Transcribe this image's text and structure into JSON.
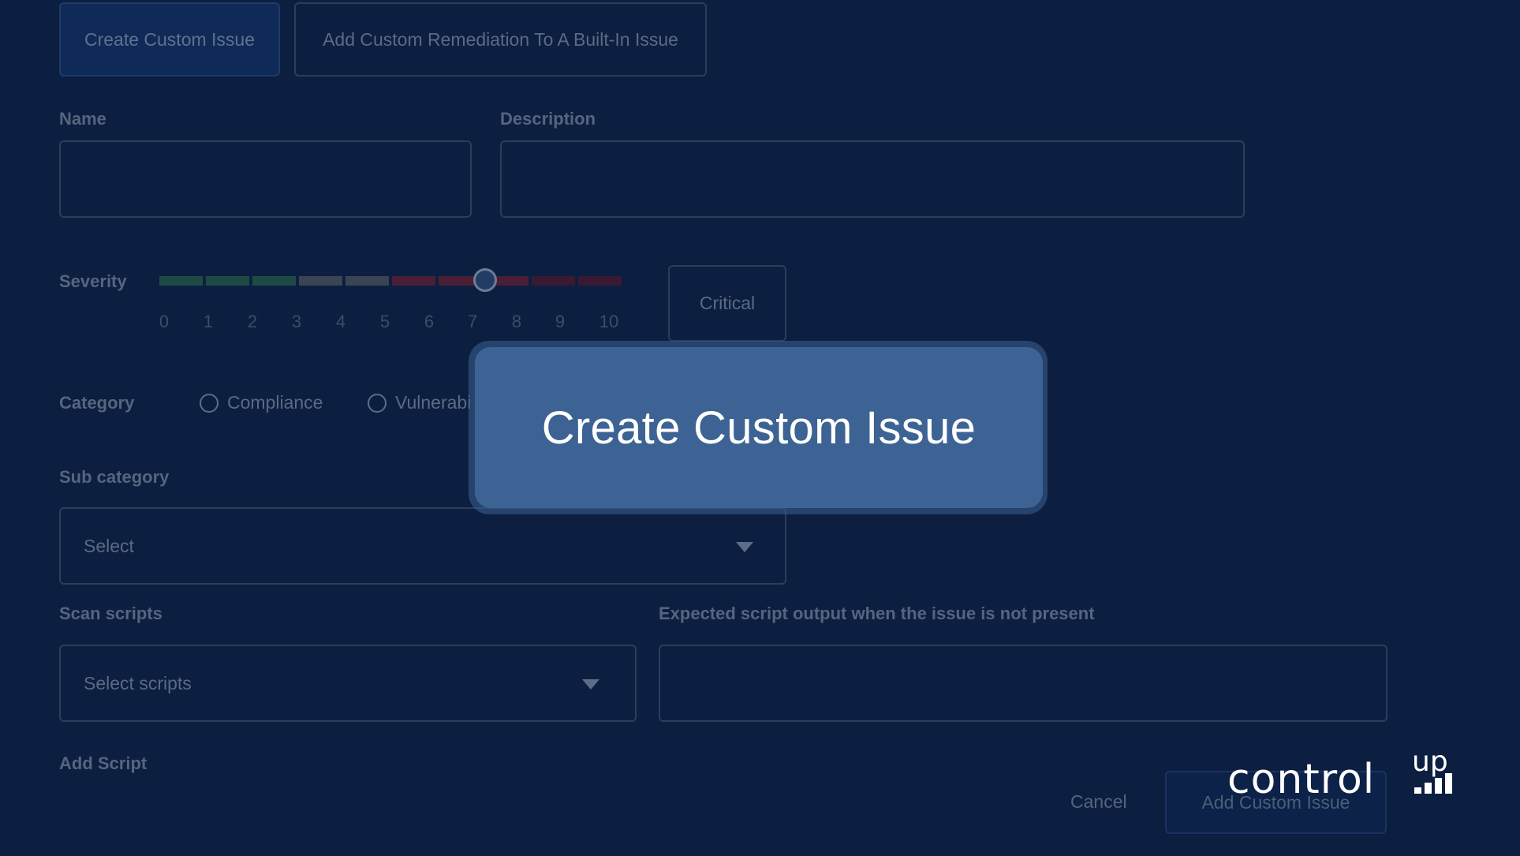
{
  "tabs": [
    {
      "label": "Create Custom Issue",
      "active": true
    },
    {
      "label": "Add Custom Remediation To A Built-In Issue",
      "active": false
    }
  ],
  "form": {
    "name_label": "Name",
    "name_value": "",
    "description_label": "Description",
    "description_value": "",
    "severity_label": "Severity",
    "severity_ticks": [
      "0",
      "1",
      "2",
      "3",
      "4",
      "5",
      "6",
      "7",
      "8",
      "9",
      "10"
    ],
    "severity_value": 7,
    "severity_level_text": "Critical",
    "category_label": "Category",
    "category_options": [
      "Compliance",
      "Vulnerabi"
    ],
    "subcategory_label": "Sub category",
    "subcategory_value": "Select",
    "scan_scripts_label": "Scan scripts",
    "scan_scripts_value": "Select scripts",
    "expected_output_label": "Expected script output when the issue is not present",
    "expected_output_value": "",
    "add_script_label": "Add Script"
  },
  "actions": {
    "cancel_label": "Cancel",
    "submit_label": "Add Custom Issue"
  },
  "callout": {
    "text": "Create Custom Issue"
  },
  "logo": {
    "text": "control",
    "superscript": "up"
  },
  "colors": {
    "background": "#0c1f40",
    "callout": "#3c6393",
    "severity_green": "#1f4a44",
    "severity_gray": "#3b4452",
    "severity_red": "#4a1f35"
  }
}
